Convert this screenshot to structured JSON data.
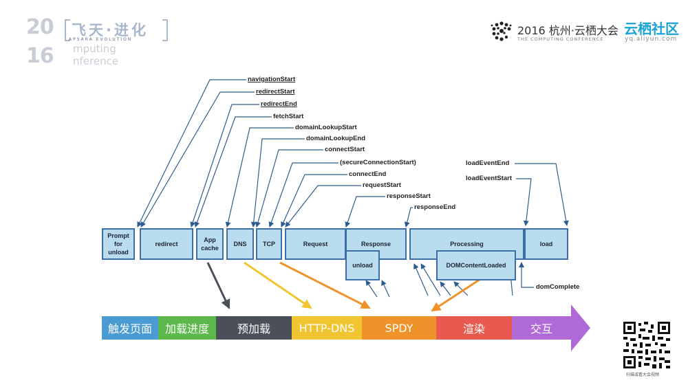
{
  "header": {
    "left_logo": {
      "year_top": "20",
      "year_bottom": "16",
      "title_cn": "飞天·进化",
      "subtitle_line1": "mputing",
      "subtitle_line2": "nference",
      "title_en": "APSARA EVOLUTION"
    },
    "right_logo": {
      "conference_title": "2016 杭州·云栖大会",
      "conference_sub": "THE COMPUTING CONFERENCE",
      "brand": "云栖社区",
      "brand_url": "yq.aliyun.com"
    }
  },
  "timeline": {
    "boxes": [
      {
        "id": "prompt",
        "label": "Prompt for unload"
      },
      {
        "id": "redirect",
        "label": "redirect"
      },
      {
        "id": "appcache",
        "label": "App cache"
      },
      {
        "id": "dns",
        "label": "DNS"
      },
      {
        "id": "tcp",
        "label": "TCP"
      },
      {
        "id": "request",
        "label": "Request"
      },
      {
        "id": "response",
        "label": "Response"
      },
      {
        "id": "processing",
        "label": "Processing"
      },
      {
        "id": "load",
        "label": "load"
      },
      {
        "id": "unload",
        "label": "unload"
      },
      {
        "id": "domcontentloaded",
        "label": "DOMContentLoaded"
      }
    ],
    "events": {
      "navigationStart": "navigationStart",
      "redirectStart": "redirectStart",
      "redirectEnd": "redirectEnd",
      "fetchStart": "fetchStart",
      "domainLookupStart": "domainLookupStart",
      "domainLookupEnd": "domainLookupEnd",
      "connectStart": "connectStart",
      "secureConnectionStart": "(secureConnectionStart)",
      "connectEnd": "connectEnd",
      "requestStart": "requestStart",
      "responseStart": "responseStart",
      "responseEnd": "responseEnd",
      "loadEventEnd": "loadEventEnd",
      "loadEventStart": "loadEventStart",
      "domComplete": "domComplete"
    }
  },
  "stages": [
    {
      "label": "触发页面",
      "color": "#4a9ad4"
    },
    {
      "label": "加载进度",
      "color": "#5cb84a"
    },
    {
      "label": "预加载",
      "color": "#4a4f5a"
    },
    {
      "label": "HTTP-DNS",
      "color": "#f0c531"
    },
    {
      "label": "SPDY",
      "color": "#f0922a"
    },
    {
      "label": "渲染",
      "color": "#e85a4f"
    },
    {
      "label": "交互",
      "color": "#b06ad8"
    }
  ],
  "qr": {
    "caption": "扫描或看大会视频"
  }
}
